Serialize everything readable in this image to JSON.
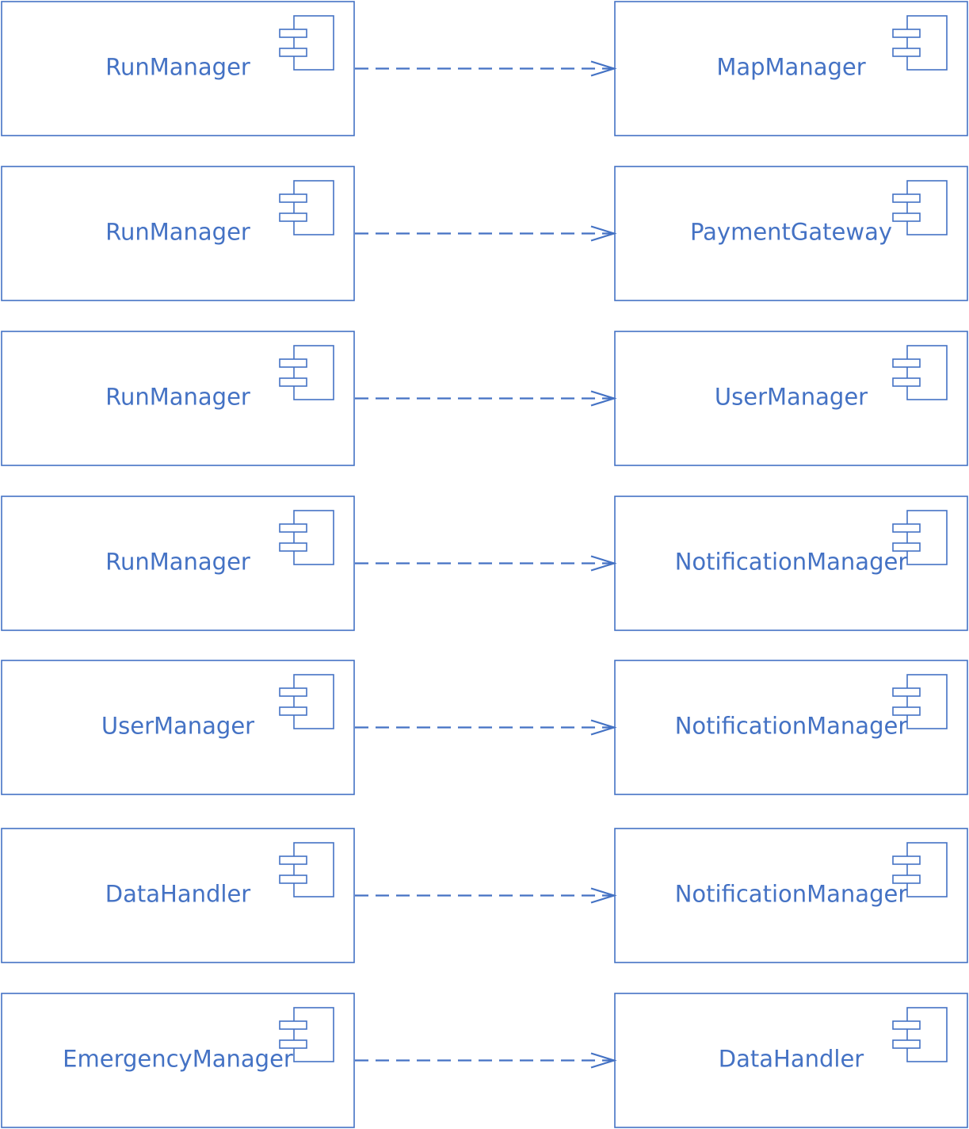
{
  "diagram": {
    "stroke_color": "#4472c4",
    "icon": "component-icon",
    "relation": "dependency",
    "rows": [
      {
        "source": "RunManager",
        "target": "MapManager"
      },
      {
        "source": "RunManager",
        "target": "PaymentGateway"
      },
      {
        "source": "RunManager",
        "target": "UserManager"
      },
      {
        "source": "RunManager",
        "target": "NotificationManager"
      },
      {
        "source": "UserManager",
        "target": "NotificationManager"
      },
      {
        "source": "DataHandler",
        "target": "NotificationManager"
      },
      {
        "source": "EmergencyManager",
        "target": "DataHandler"
      }
    ]
  }
}
